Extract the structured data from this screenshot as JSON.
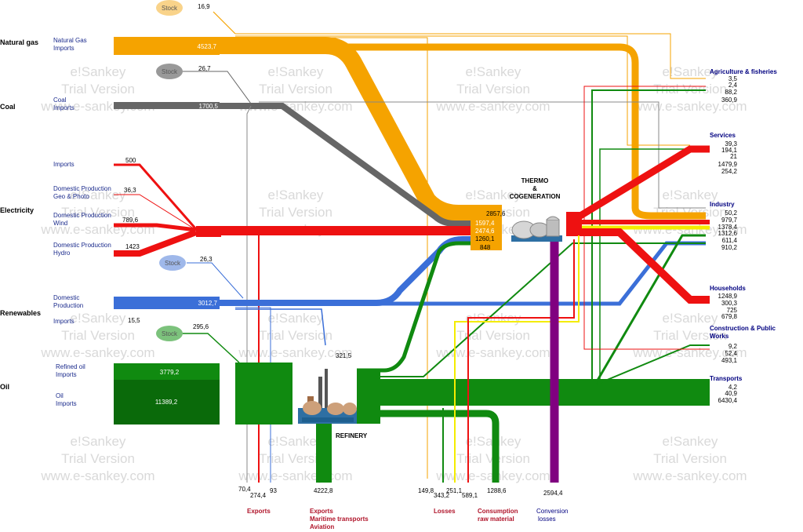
{
  "colors": {
    "gas": "#f5a300",
    "coal": "#666666",
    "electricity": "#ee1111",
    "renewables": "#3b6fd8",
    "oil": "#108a10",
    "oil_dark": "#0a6a0a",
    "loss": "#800080",
    "yellow": "#f4ec00",
    "label_blue": "#000080",
    "label_red": "#b0142a"
  },
  "watermark": [
    "e!Sankey",
    "Trial Version",
    "www.e-sankey.com"
  ],
  "stock_label": "Stock",
  "categories": {
    "gas": "Natural gas",
    "coal": "Coal",
    "electricity": "Electricity",
    "renewables": "Renewables",
    "oil": "Oil"
  },
  "sources": {
    "gas_imports": {
      "label": [
        "Natural Gas",
        "Imports"
      ],
      "value": "4523,7"
    },
    "gas_stock": "16,9",
    "coal_imports": {
      "label": [
        "Coal",
        "Imports"
      ],
      "value": "1700,5"
    },
    "coal_stock": "26,7",
    "elec_imports": {
      "label": [
        "Imports"
      ],
      "value": "500"
    },
    "elec_geo": {
      "label": [
        "Domestic Production",
        "Geo & Photo"
      ],
      "value": "36,3"
    },
    "elec_wind": {
      "label": [
        "Domestic Production",
        "Wind"
      ],
      "value": "789,6"
    },
    "elec_hydro": {
      "label": [
        "Domestic Production",
        "Hydro"
      ],
      "value": "1423"
    },
    "ren_stock": "26,3",
    "ren_domestic": {
      "label": [
        "Domestic",
        "Production"
      ],
      "value": "3012,7"
    },
    "ren_imports": {
      "label": [
        "Imports"
      ],
      "value": "15,5"
    },
    "oil_stock": "295,6",
    "oil_refined": {
      "label": [
        "Refined oil",
        "Imports"
      ],
      "value": "3779,2"
    },
    "oil_imports": {
      "label": [
        "Oil",
        "Imports"
      ],
      "value": "11389,2"
    }
  },
  "refinery": {
    "label": "REFINERY",
    "value": "321,5"
  },
  "thermo": {
    "label": [
      "THERMO",
      "&",
      "COGENERATION"
    ],
    "inputs": [
      "2857,6",
      "1597,4",
      "2474,6",
      "1260,1",
      "848"
    ]
  },
  "destinations": {
    "agriculture": {
      "label": [
        "Agriculture & fisheries"
      ],
      "values": [
        "3,5",
        "2,4",
        "88,2",
        "360,9"
      ]
    },
    "services": {
      "label": [
        "Services"
      ],
      "values": [
        "39,3",
        "194,1",
        "21",
        "1479,9",
        "254,2"
      ]
    },
    "industry": {
      "label": [
        "Industry"
      ],
      "values": [
        "50,2",
        "979,7",
        "1378,4",
        "1312,6",
        "611,4",
        "910,2"
      ]
    },
    "households": {
      "label": [
        "Households"
      ],
      "values": [
        "1248,9",
        "300,3",
        "725",
        "679,8"
      ]
    },
    "construction": {
      "label": [
        "Construction & Public",
        "Works"
      ],
      "values": [
        "9,2",
        "52,4",
        "493,1"
      ]
    },
    "transports": {
      "label": [
        "Transports"
      ],
      "values": [
        "4,2",
        "40,9",
        "6430,4"
      ]
    }
  },
  "bottom": {
    "exports": {
      "label": [
        "Exports"
      ],
      "values": [
        "70,4",
        "274,4",
        "93"
      ]
    },
    "exports_maritime": {
      "label": [
        "Exports",
        "Maritime transports",
        "Aviation"
      ],
      "values": [
        "4222,8"
      ]
    },
    "losses": {
      "label": [
        "Losses"
      ],
      "values": [
        "149,8",
        "343,2",
        "251,1"
      ]
    },
    "consumption_raw": {
      "label": [
        "Consumption",
        "raw material"
      ],
      "values": [
        "589,1",
        "1288,6"
      ]
    },
    "conversion_losses": {
      "label": [
        "Conversion",
        "losses"
      ],
      "values": [
        "2594,4"
      ]
    }
  }
}
